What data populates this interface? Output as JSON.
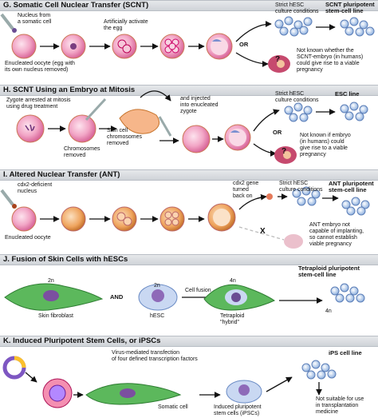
{
  "panels": [
    {
      "title": "G. Somatic Cell Nuclear Transfer (SCNT)",
      "labels": {
        "nucleus_from_somatic": "Nucleus from\na somatic cell",
        "activate_egg": "Artificially activate\nthe egg",
        "or": "OR",
        "strict_hesc": "Strict hESC\nculture conditions",
        "result_line": "SCNT pluripotent\nstem-cell line",
        "enucleated_oocyte": "Enucleated oocyte (egg with\nits own nucleus removed)",
        "not_known": "Not known whether the\nSCNT-embryo (in humans)\ncould give rise to a viable\npregnancy",
        "question": "?"
      }
    },
    {
      "title": "H. SCNT Using an Embryo at Mitosis",
      "labels": {
        "zygote_arrested": "Zygote arrested at mitosis\nusing drug treatment",
        "chromosomes_removed": "Chromosomes\nremoved",
        "skin_cell_removed": "Skin cell\nchromosomes\nremoved",
        "injected": "and injected\ninto enucleated\nzygote",
        "strict_hesc": "Strict hESC\nculture conditions",
        "result_line": "ESC line",
        "or": "OR",
        "not_known": "Not known if embryo\n(in humans) could\ngive rise to a viable\npregnancy",
        "question": "?"
      }
    },
    {
      "title": "I. Altered Nuclear Transfer (ANT)",
      "labels": {
        "cdx2_deficient": "cdx2-deficient\nnucleus",
        "cdx2_turned": "cdx2 gene\nturned\nback on",
        "strict_hesc": "Strict hESC\nculture conditions",
        "result_line": "ANT pluripotent\nstem-cell line",
        "enucleated_oocyte": "Enucleated oocyte",
        "x_mark": "X",
        "ant_not_capable": "ANT embryo not\ncapable of implanting,\nso cannot establish\nviable pregnancy"
      }
    },
    {
      "title": "J. Fusion of Skin Cells with hESCs",
      "labels": {
        "result_line": "Tetraploid pluripotent\nstem-cell line",
        "two_n_a": "2n",
        "two_n_b": "2n",
        "four_n_a": "4n",
        "four_n_b": "4n",
        "and": "AND",
        "cell_fusion": "Cell fusion",
        "skin_fibroblast": "Skin fibroblast",
        "hesc": "hESC",
        "tetraploid_hybrid": "Tetraploid\n\"hybrid\""
      }
    },
    {
      "title": "K. Induced Pluripotent Stem Cells, or iPSCs",
      "labels": {
        "virus_mediated": "Virus-mediated transfection\nof four defined transcription factors",
        "result_line": "iPS cell line",
        "somatic_cell": "Somatic cell",
        "induced": "Induced pluripotent\nstem cells (iPSCs)",
        "not_suitable": "Not suitable for use\nin transplantation\nmedicine"
      }
    }
  ],
  "colors": {
    "header_band": "#d8dce0",
    "oocyte_pink": "#e98ab3",
    "embryo_orange": "#f0a35a",
    "stem_blue": "#a9c4e6",
    "fibroblast_green": "#4caf50",
    "hesc_blue": "#c9d8f2",
    "arrow": "#111111",
    "dashed_arrow": "#bbbbbb"
  }
}
